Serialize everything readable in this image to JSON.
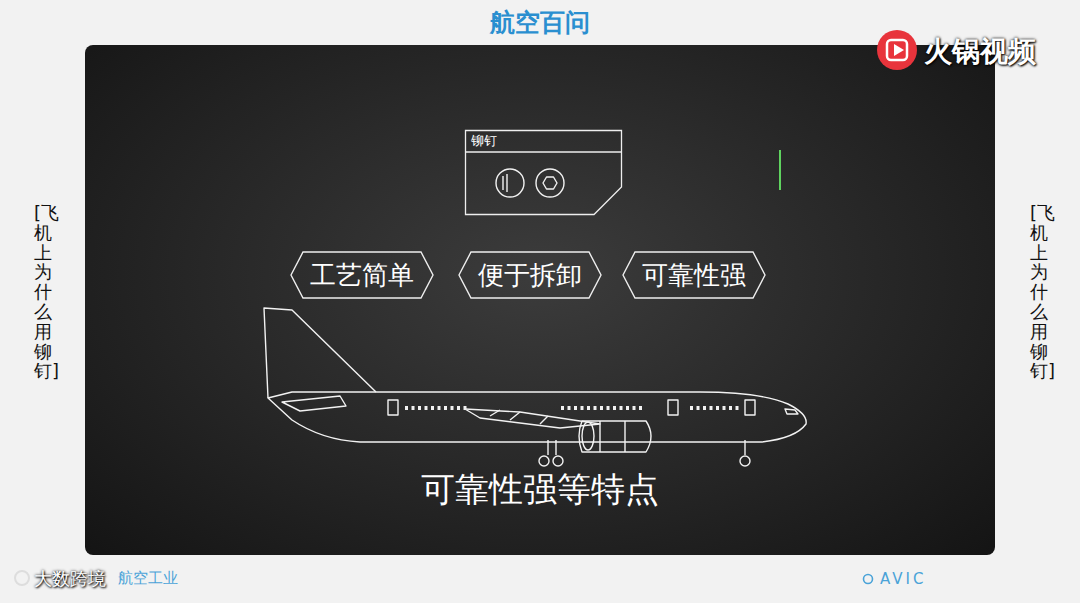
{
  "diagram": {
    "title": "航空百问",
    "caption": "可靠性强等特点",
    "nodes": [
      {
        "text": [
          "铆钉"
        ]
      },
      {
        "text": [
          "工艺简单"
        ]
      },
      {
        "text": [
          "便于拆卸"
        ]
      },
      {
        "text": [
          "可靠性强"
        ]
      }
    ],
    "labels": [
      "[飞机上为什么用铆钉]",
      "[飞机上为什么用铆钉]",
      "火锅视频",
      "大数跨境",
      "航空工业",
      "AVIC"
    ]
  }
}
